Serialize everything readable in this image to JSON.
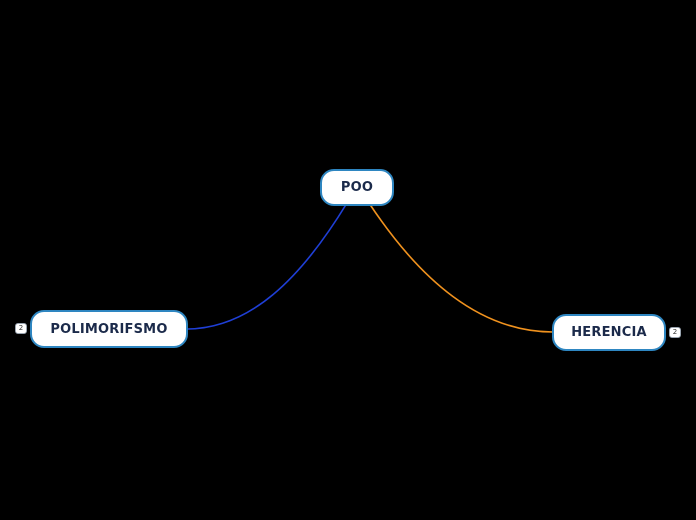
{
  "mindmap": {
    "central": {
      "label": "POO"
    },
    "branches": [
      {
        "label": "POLIMORIFSMO",
        "collapsed_count": "2",
        "color": "#1f3fd6"
      },
      {
        "label": "HERENCIA",
        "collapsed_count": "2",
        "color": "#f0921e"
      }
    ]
  },
  "colors": {
    "background": "#000000",
    "node_fill": "#ffffff",
    "node_border": "#2e86c1",
    "node_text": "#1b2a4a"
  }
}
